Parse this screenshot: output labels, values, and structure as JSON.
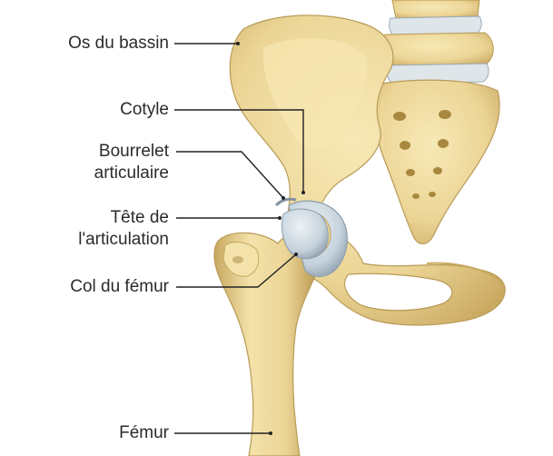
{
  "labels": {
    "os_bassin": [
      "Os du bassin"
    ],
    "cotyle": [
      "Cotyle"
    ],
    "bourrelet": [
      "Bourrelet",
      "articulaire"
    ],
    "tete": [
      "Tête de",
      "l'articulation"
    ],
    "col": [
      "Col du fémur"
    ],
    "femur": [
      "Fémur"
    ]
  },
  "colors": {
    "bone": "#f0dc9c",
    "bone_shadow": "#c8a85e",
    "bone_dark": "#a8883e",
    "cartilage": "#c9d6e0",
    "cartilage_shadow": "#9aaab8",
    "disc": "#dfe6ea",
    "leader_line": "#222222",
    "text": "#2b2b2b"
  }
}
